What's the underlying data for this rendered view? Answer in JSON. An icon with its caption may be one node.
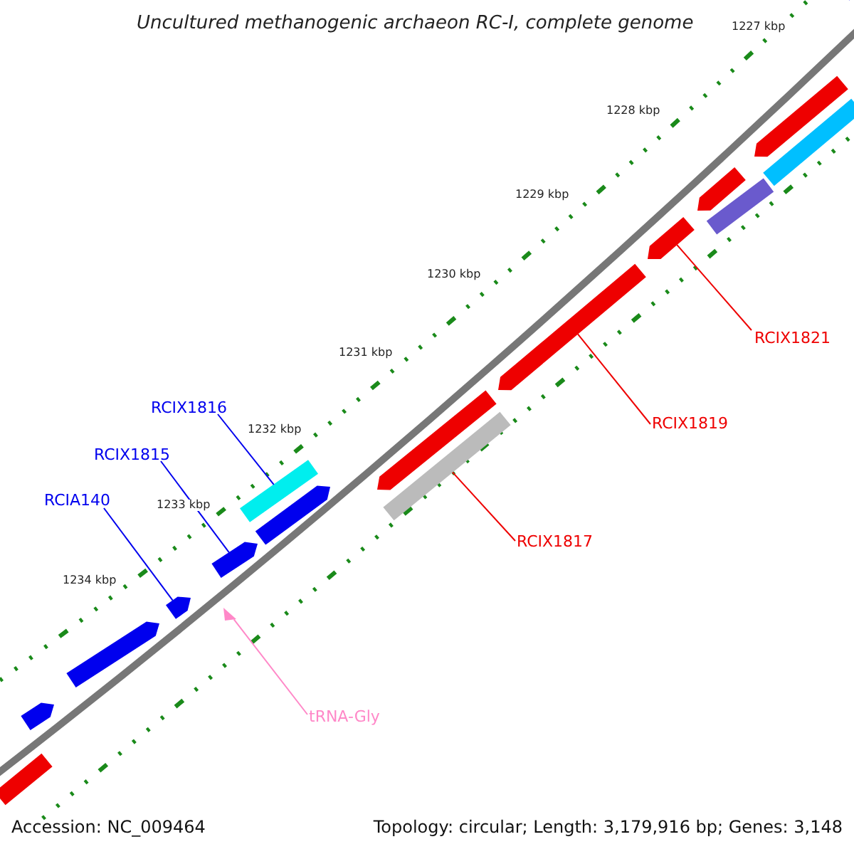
{
  "diagram": {
    "title": "Uncultured methanogenic archaeon RC-I, complete genome",
    "nodes": [
      {
        "text": [
          "RCIX1821"
        ]
      },
      {
        "text": [
          "RCIX1816"
        ]
      },
      {
        "text": [
          "RCIX1819"
        ]
      },
      {
        "text": [
          "RCIX1815"
        ]
      },
      {
        "text": [
          "RCIA140"
        ]
      },
      {
        "text": [
          "RCIX1817"
        ]
      },
      {
        "text": [
          "tRNA-Gly"
        ]
      },
      {
        "text": [],
        "shape": "bar"
      },
      {
        "text": [],
        "shape": "bar"
      },
      {
        "text": [],
        "shape": "bar"
      },
      {
        "text": [],
        "shape": "bar"
      },
      {
        "text": [],
        "shape": "bar"
      },
      {
        "text": [],
        "shape": "bar"
      },
      {
        "text": [],
        "shape": "triangle"
      },
      {
        "text": [],
        "shape": "bar"
      },
      {
        "text": [],
        "shape": "bar"
      },
      {
        "text": [],
        "shape": "bar"
      },
      {
        "text": [],
        "shape": "bar"
      },
      {
        "text": [],
        "shape": "bar"
      },
      {
        "text": [],
        "shape": "bar"
      },
      {
        "text": [],
        "shape": "bar"
      },
      {
        "text": [],
        "shape": "bar"
      },
      {
        "text": [],
        "shape": "bar"
      },
      {
        "text": [],
        "shape": "bar"
      }
    ],
    "edges": [
      {
        "from": 0,
        "to": 7,
        "arrow": "none"
      },
      {
        "from": 1,
        "to": 8,
        "arrow": "none",
        "color": "#0000ee"
      },
      {
        "from": 2,
        "to": 9,
        "arrow": "none"
      },
      {
        "from": 3,
        "to": 10,
        "arrow": "none",
        "color": "#0000ee"
      },
      {
        "from": 4,
        "to": 11,
        "arrow": "none",
        "color": "#0000ee"
      },
      {
        "from": 5,
        "to": 12,
        "arrow": "none"
      },
      {
        "from": 6,
        "to": 13,
        "arrow": "none",
        "color": "#ff88c8"
      }
    ],
    "labels": [
      "1227 kbp",
      "1228 kbp",
      "1229 kbp",
      "1230 kbp",
      "1231 kbp",
      "1232 kbp",
      "1233 kbp",
      "1234 kbp",
      "Accession: NC_009464",
      "Topology: circular; Length: 3,179,916 bp; Genes: 3,148"
    ]
  }
}
